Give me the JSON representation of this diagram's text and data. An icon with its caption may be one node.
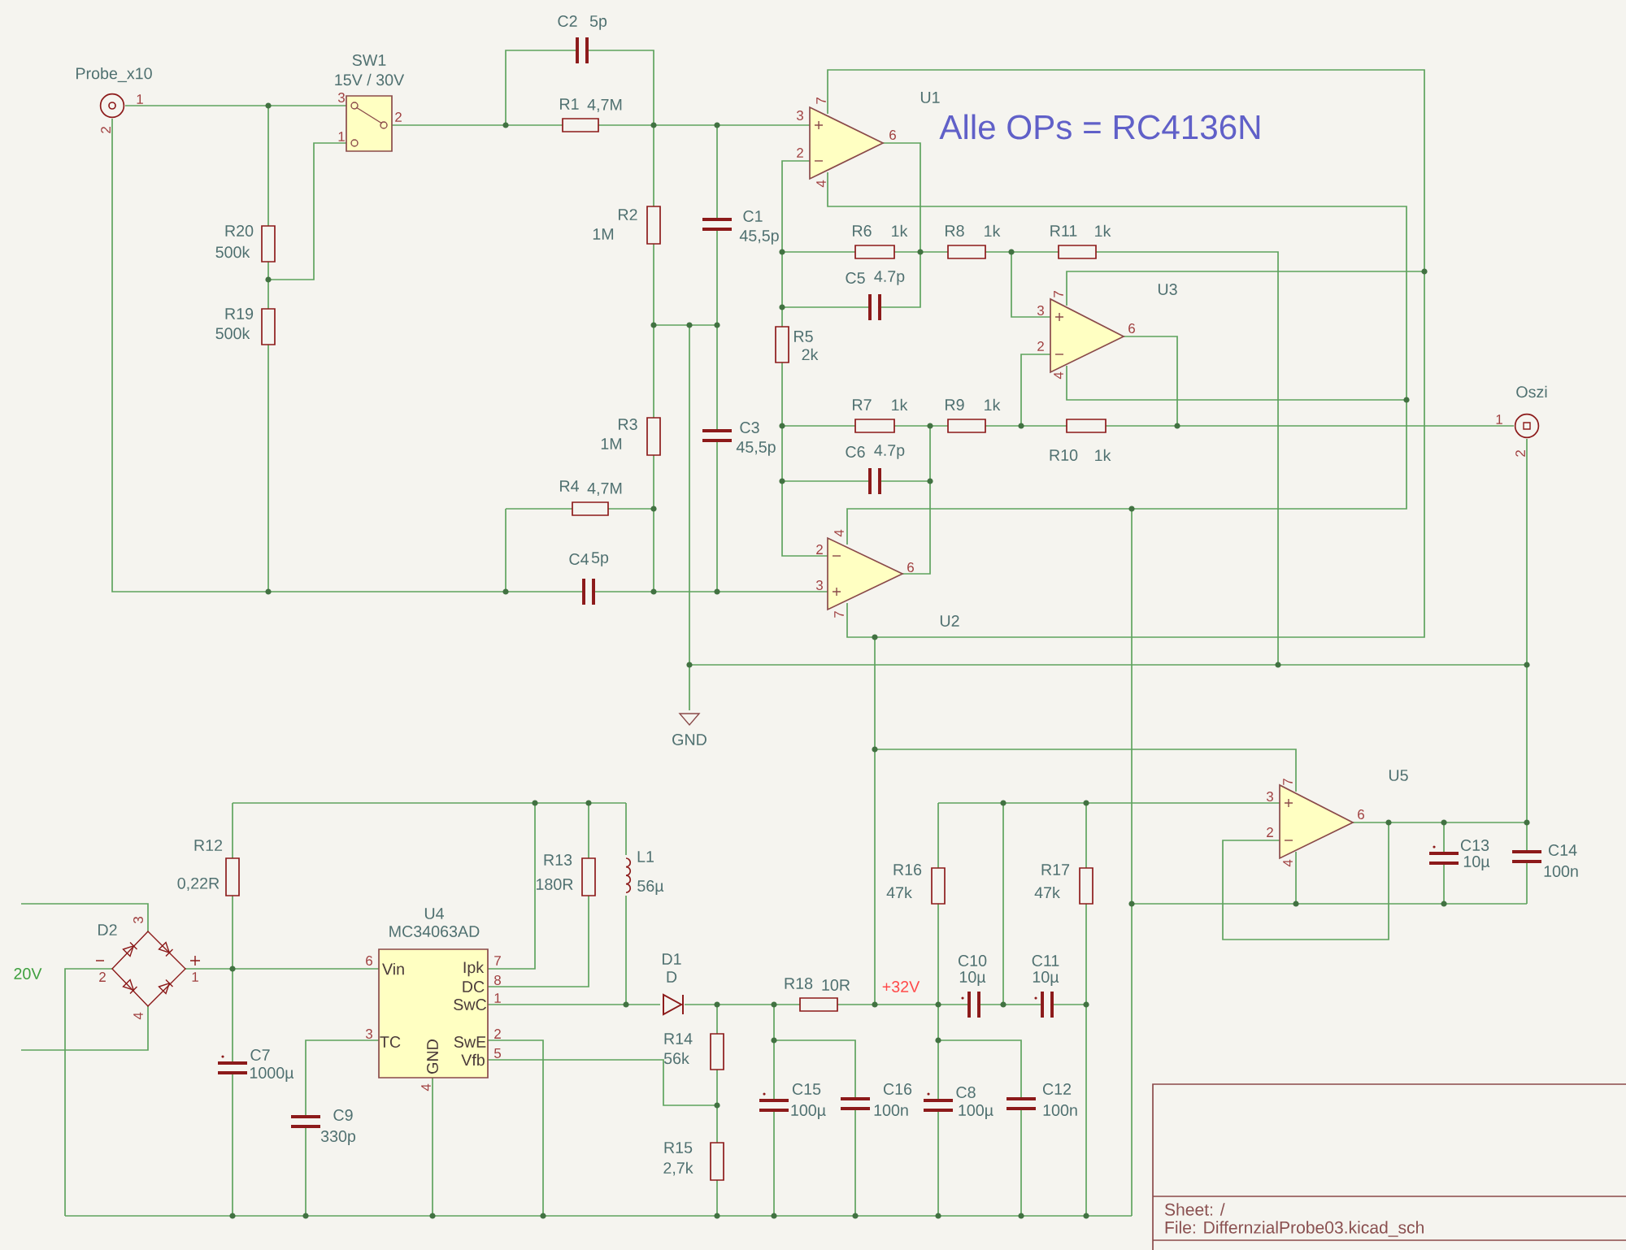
{
  "diagram": {
    "labels": [
      "C2",
      "5p",
      "Probe_x10",
      "SW1",
      "15V / 30V",
      "1",
      "2",
      "3",
      "1",
      "2",
      "R1",
      "4,7M",
      "U1",
      "7",
      "3",
      "2",
      "6",
      "4",
      "Alle OPs = RC4136N",
      "R2",
      "1M",
      "C1",
      "45,5p",
      "R20",
      "500k",
      "R6",
      "1k",
      "R8",
      "1k",
      "R11",
      "1k",
      "C5",
      "4.7p",
      "U3",
      "7",
      "3",
      "6",
      "2",
      "4",
      "R19",
      "500k",
      "R5",
      "2k",
      "Oszi",
      "R7",
      "1k",
      "R9",
      "1k",
      "R3",
      "1M",
      "C3",
      "45,5p",
      "1",
      "2",
      "C6",
      "4.7p",
      "R10",
      "1k",
      "R4",
      "4,7M",
      "4",
      "2",
      "C4",
      "5p",
      "6",
      "3",
      "7",
      "U2",
      "GND",
      "U5",
      "7",
      "3",
      "6",
      "2",
      "4",
      "C13",
      "10µ",
      "C14",
      "100n",
      "R12",
      "0,22R",
      "R13",
      "180R",
      "L1",
      "56µ",
      "R16",
      "47k",
      "R17",
      "47k",
      "D2",
      "3",
      "U4",
      "MC34063AD",
      "20V",
      "2",
      "1",
      "4",
      "D1",
      "D",
      "C10",
      "10µ",
      "C11",
      "10µ",
      "6",
      "Vin",
      "Ipk",
      "7",
      "DC",
      "8",
      "SwC",
      "1",
      "R18",
      "10R",
      "+32V",
      "C7",
      "1000µ",
      "3",
      "TC",
      "SwE",
      "2",
      "Vfb",
      "5",
      "GND",
      "4",
      "R14",
      "56k",
      "C15",
      "100µ",
      "C16",
      "100n",
      "C8",
      "100µ",
      "C12",
      "100n",
      "C9",
      "330p",
      "R15",
      "2,7k",
      "Sheet: /",
      "File: DiffernzialProbe03.kicad_sch"
    ]
  }
}
